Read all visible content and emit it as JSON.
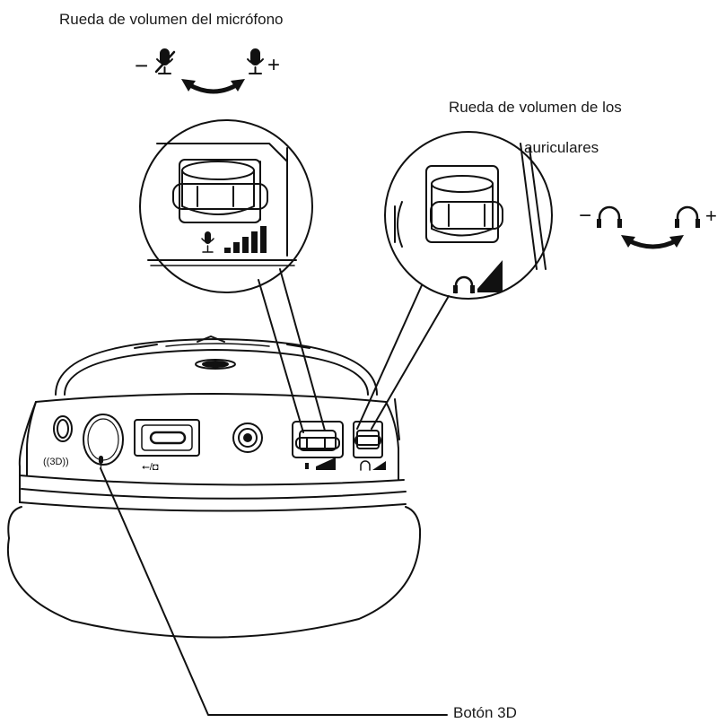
{
  "labels": {
    "mic_wheel": "Rueda de volumen del micrófono",
    "headphone_wheel_line1": "Rueda de volumen de los",
    "headphone_wheel_line2": "auriculares",
    "button_3d": "Botón 3D"
  },
  "symbols": {
    "minus": "−",
    "plus": "+"
  },
  "port_markings": {
    "three_d": "((3D))",
    "usb": "⭠/◘"
  },
  "icons": [
    "microphone-muted-icon",
    "microphone-icon",
    "headphone-icon",
    "volume-bars-icon",
    "double-arrow-icon",
    "usb-icon"
  ],
  "colors": {
    "line": "#111111",
    "background": "#ffffff"
  }
}
